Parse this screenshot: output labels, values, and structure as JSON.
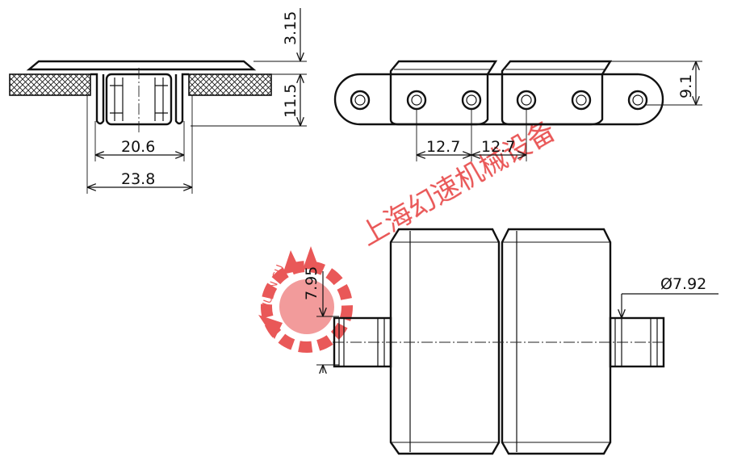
{
  "dimensions": {
    "flight_thickness": "3.15",
    "link_height": "11.5",
    "inner_width": "20.6",
    "outer_width": "23.8",
    "pitch_left": "12.7",
    "pitch_right": "12.7",
    "plate_height": "9.1",
    "roller_diameter": "7.95",
    "pin_diameter": "Ø7.92"
  },
  "watermark": {
    "text": "上海幻速机械设备",
    "logo_text": "HUAN SU",
    "color": "#e63a3a"
  }
}
